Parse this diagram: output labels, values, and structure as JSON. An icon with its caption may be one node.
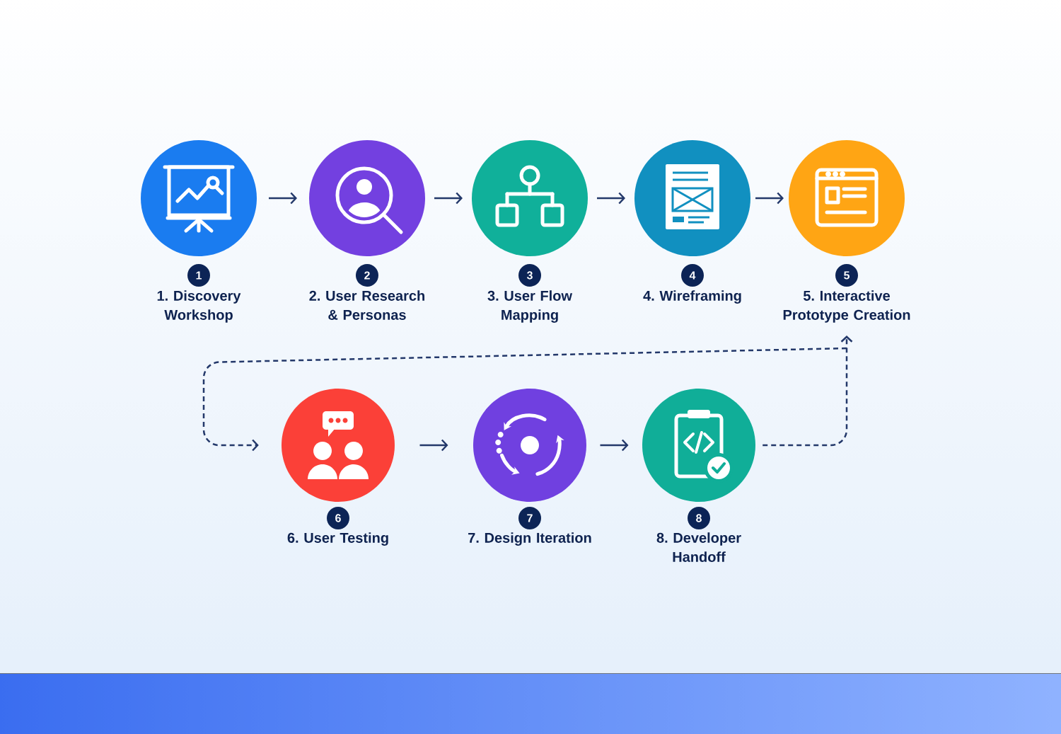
{
  "diagram": {
    "nodes": [
      {
        "text": [
          "1",
          "1. Discovery Workshop"
        ]
      },
      {
        "text": [
          "2",
          "2. User Research & Personas"
        ]
      },
      {
        "text": [
          "3",
          "3. User Flow Mapping"
        ]
      },
      {
        "text": [
          "4",
          "4. Wireframing"
        ]
      },
      {
        "text": [
          "5",
          "5. Interactive Prototype Creation"
        ]
      },
      {
        "text": [
          "6",
          "6. User Testing"
        ]
      },
      {
        "text": [
          "7",
          "7. Design Iteration"
        ]
      },
      {
        "text": [
          "8",
          "8. Developer Handoff"
        ]
      }
    ],
    "edges": [
      {
        "from": 0,
        "to": 1,
        "arrow": "to"
      },
      {
        "from": 1,
        "to": 2,
        "arrow": "to"
      },
      {
        "from": 2,
        "to": 3,
        "arrow": "to"
      },
      {
        "from": 3,
        "to": 4,
        "arrow": "to"
      },
      {
        "from": 4,
        "to": 5,
        "arrow": "to",
        "style": "dashed"
      },
      {
        "from": 5,
        "to": 6,
        "arrow": "to"
      },
      {
        "from": 6,
        "to": 7,
        "arrow": "to"
      },
      {
        "from": 7,
        "to": 4,
        "arrow": "to",
        "style": "dashed"
      }
    ]
  }
}
